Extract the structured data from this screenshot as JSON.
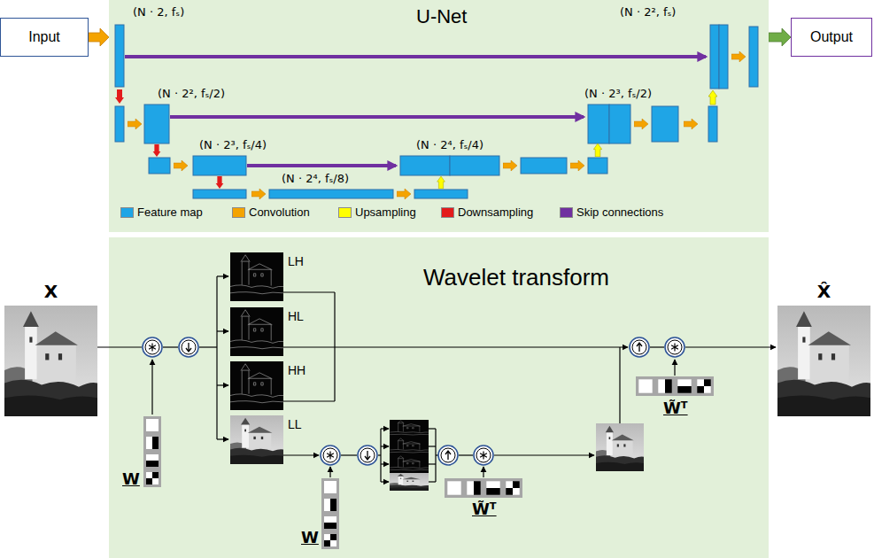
{
  "diagram": {
    "nodes": [
      {
        "text": [
          "Input"
        ]
      },
      {
        "text": [
          "U-Net"
        ]
      },
      {
        "text": [
          "Output"
        ]
      },
      {
        "text": [
          "X"
        ]
      },
      {
        "text": [
          "Wavelet transform"
        ]
      },
      {
        "text": [
          "LH"
        ],
        "in": 4
      },
      {
        "text": [
          "HL"
        ],
        "in": 4
      },
      {
        "text": [
          "HH"
        ],
        "in": 4
      },
      {
        "text": [
          "LL"
        ],
        "in": 4
      },
      {
        "text": [
          "X̂"
        ]
      }
    ],
    "edges": [
      {
        "from": 0,
        "to": 1,
        "arrow": "to"
      },
      {
        "from": 1,
        "to": 2,
        "arrow": "to"
      }
    ],
    "labels": [
      "(N · 2, fₛ)",
      "(N · 2², fₛ)",
      "(N · 2², fₛ/2)",
      "(N · 2³, fₛ/2)",
      "(N · 2³, fₛ/4)",
      "(N · 2⁴, fₛ/4)",
      "(N · 2⁴, fₛ/8)",
      "W",
      "W",
      "W̃ᵀ",
      "W̃ᵀ"
    ],
    "legend": [
      {
        "text": "Feature map",
        "color": "#1fa5e6"
      },
      {
        "text": "Convolution",
        "color": "#f4a300"
      },
      {
        "text": "Upsampling",
        "color": "#ffff00"
      },
      {
        "text": "Downsampling",
        "color": "#e31b1b"
      },
      {
        "text": "Skip connections",
        "color": "#7030a0"
      }
    ]
  }
}
